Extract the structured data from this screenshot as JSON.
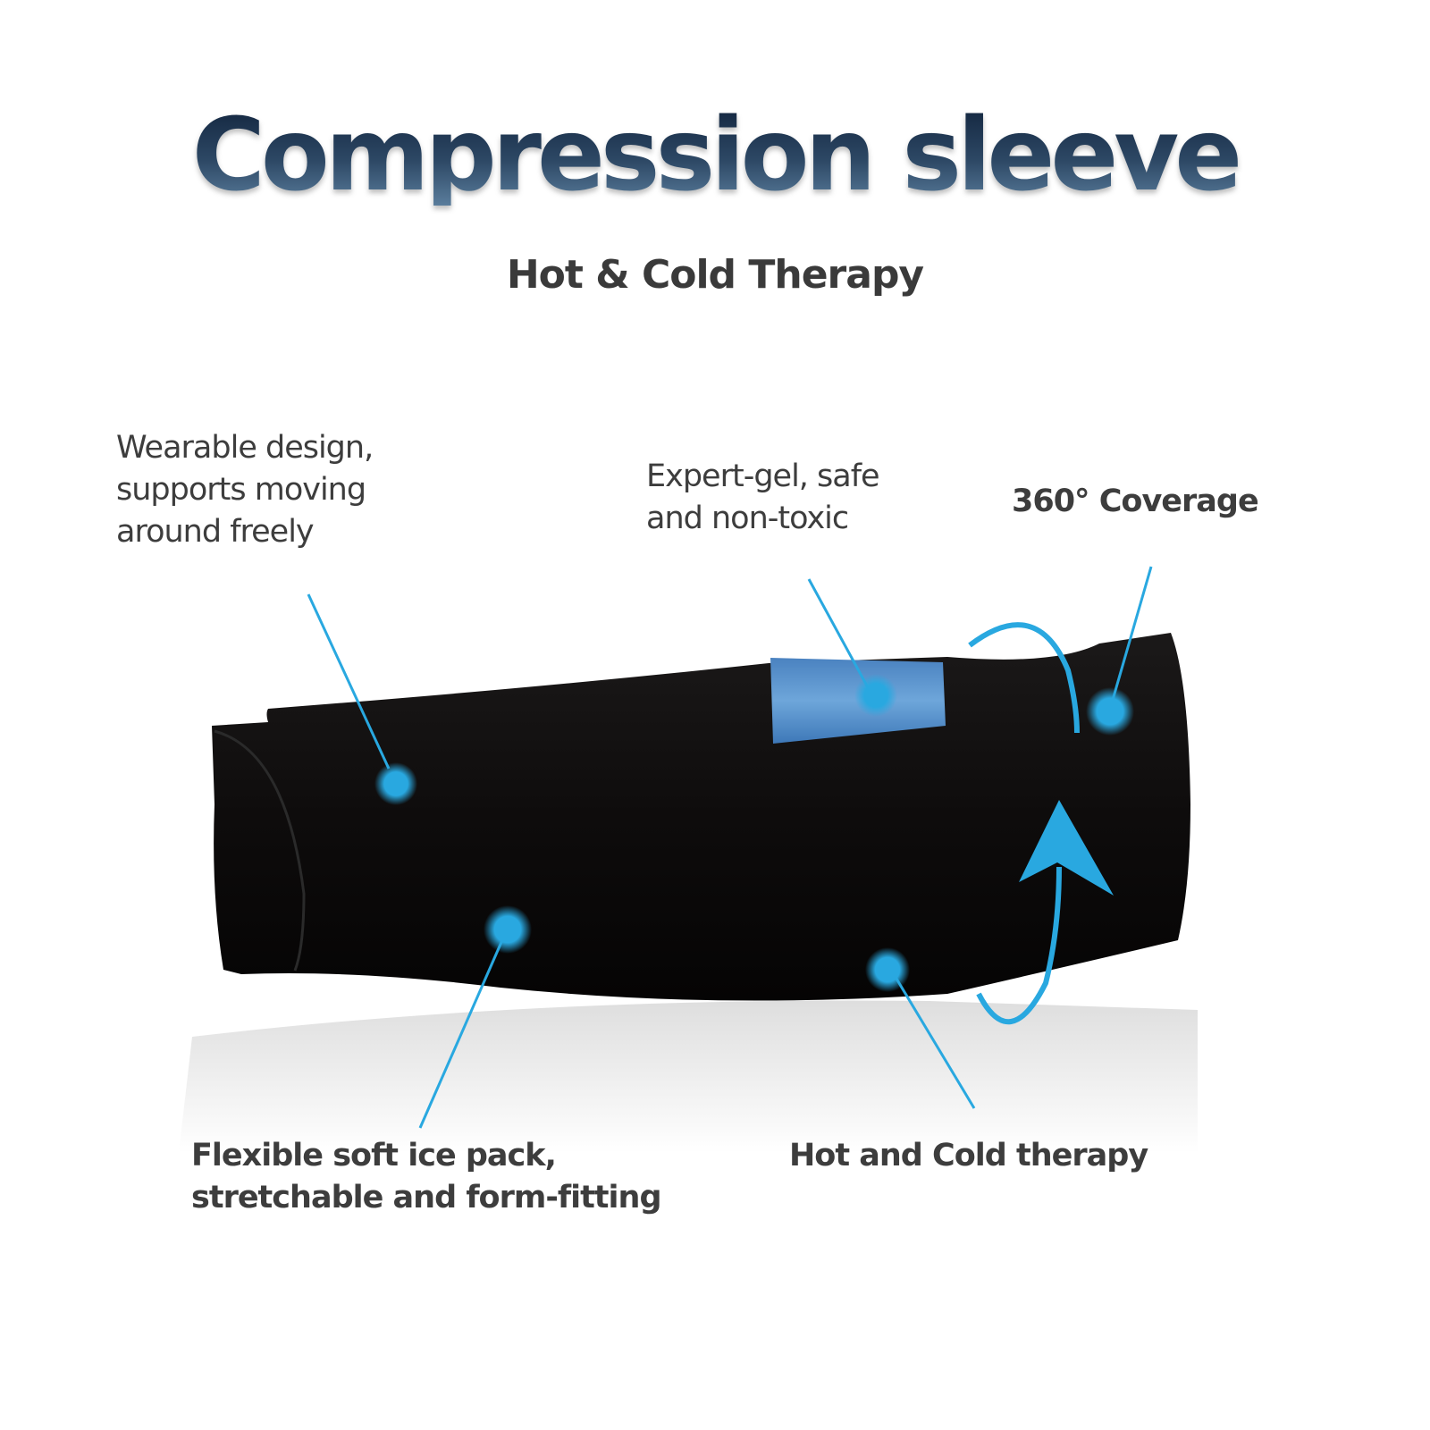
{
  "header": {
    "title": "Compression sleeve",
    "subtitle": "Hot & Cold Therapy"
  },
  "callouts": [
    {
      "id": "wearable",
      "text": "Wearable design,\nsupports moving\naround freely"
    },
    {
      "id": "gel",
      "text": "Expert-gel, safe\nand non-toxic"
    },
    {
      "id": "coverage",
      "text": "360° Coverage"
    },
    {
      "id": "flexible",
      "text": "Flexible soft ice pack,\nstretchable and form-fitting"
    },
    {
      "id": "hotcold",
      "text": "Hot and Cold therapy"
    }
  ],
  "colors": {
    "accent": "#29a8e0",
    "gel_pad": "#5b93cc",
    "sleeve": "#0c0a0a",
    "text": "#3d3d3d",
    "title_dark": "#13263f",
    "title_light": "#5a7d9c"
  }
}
